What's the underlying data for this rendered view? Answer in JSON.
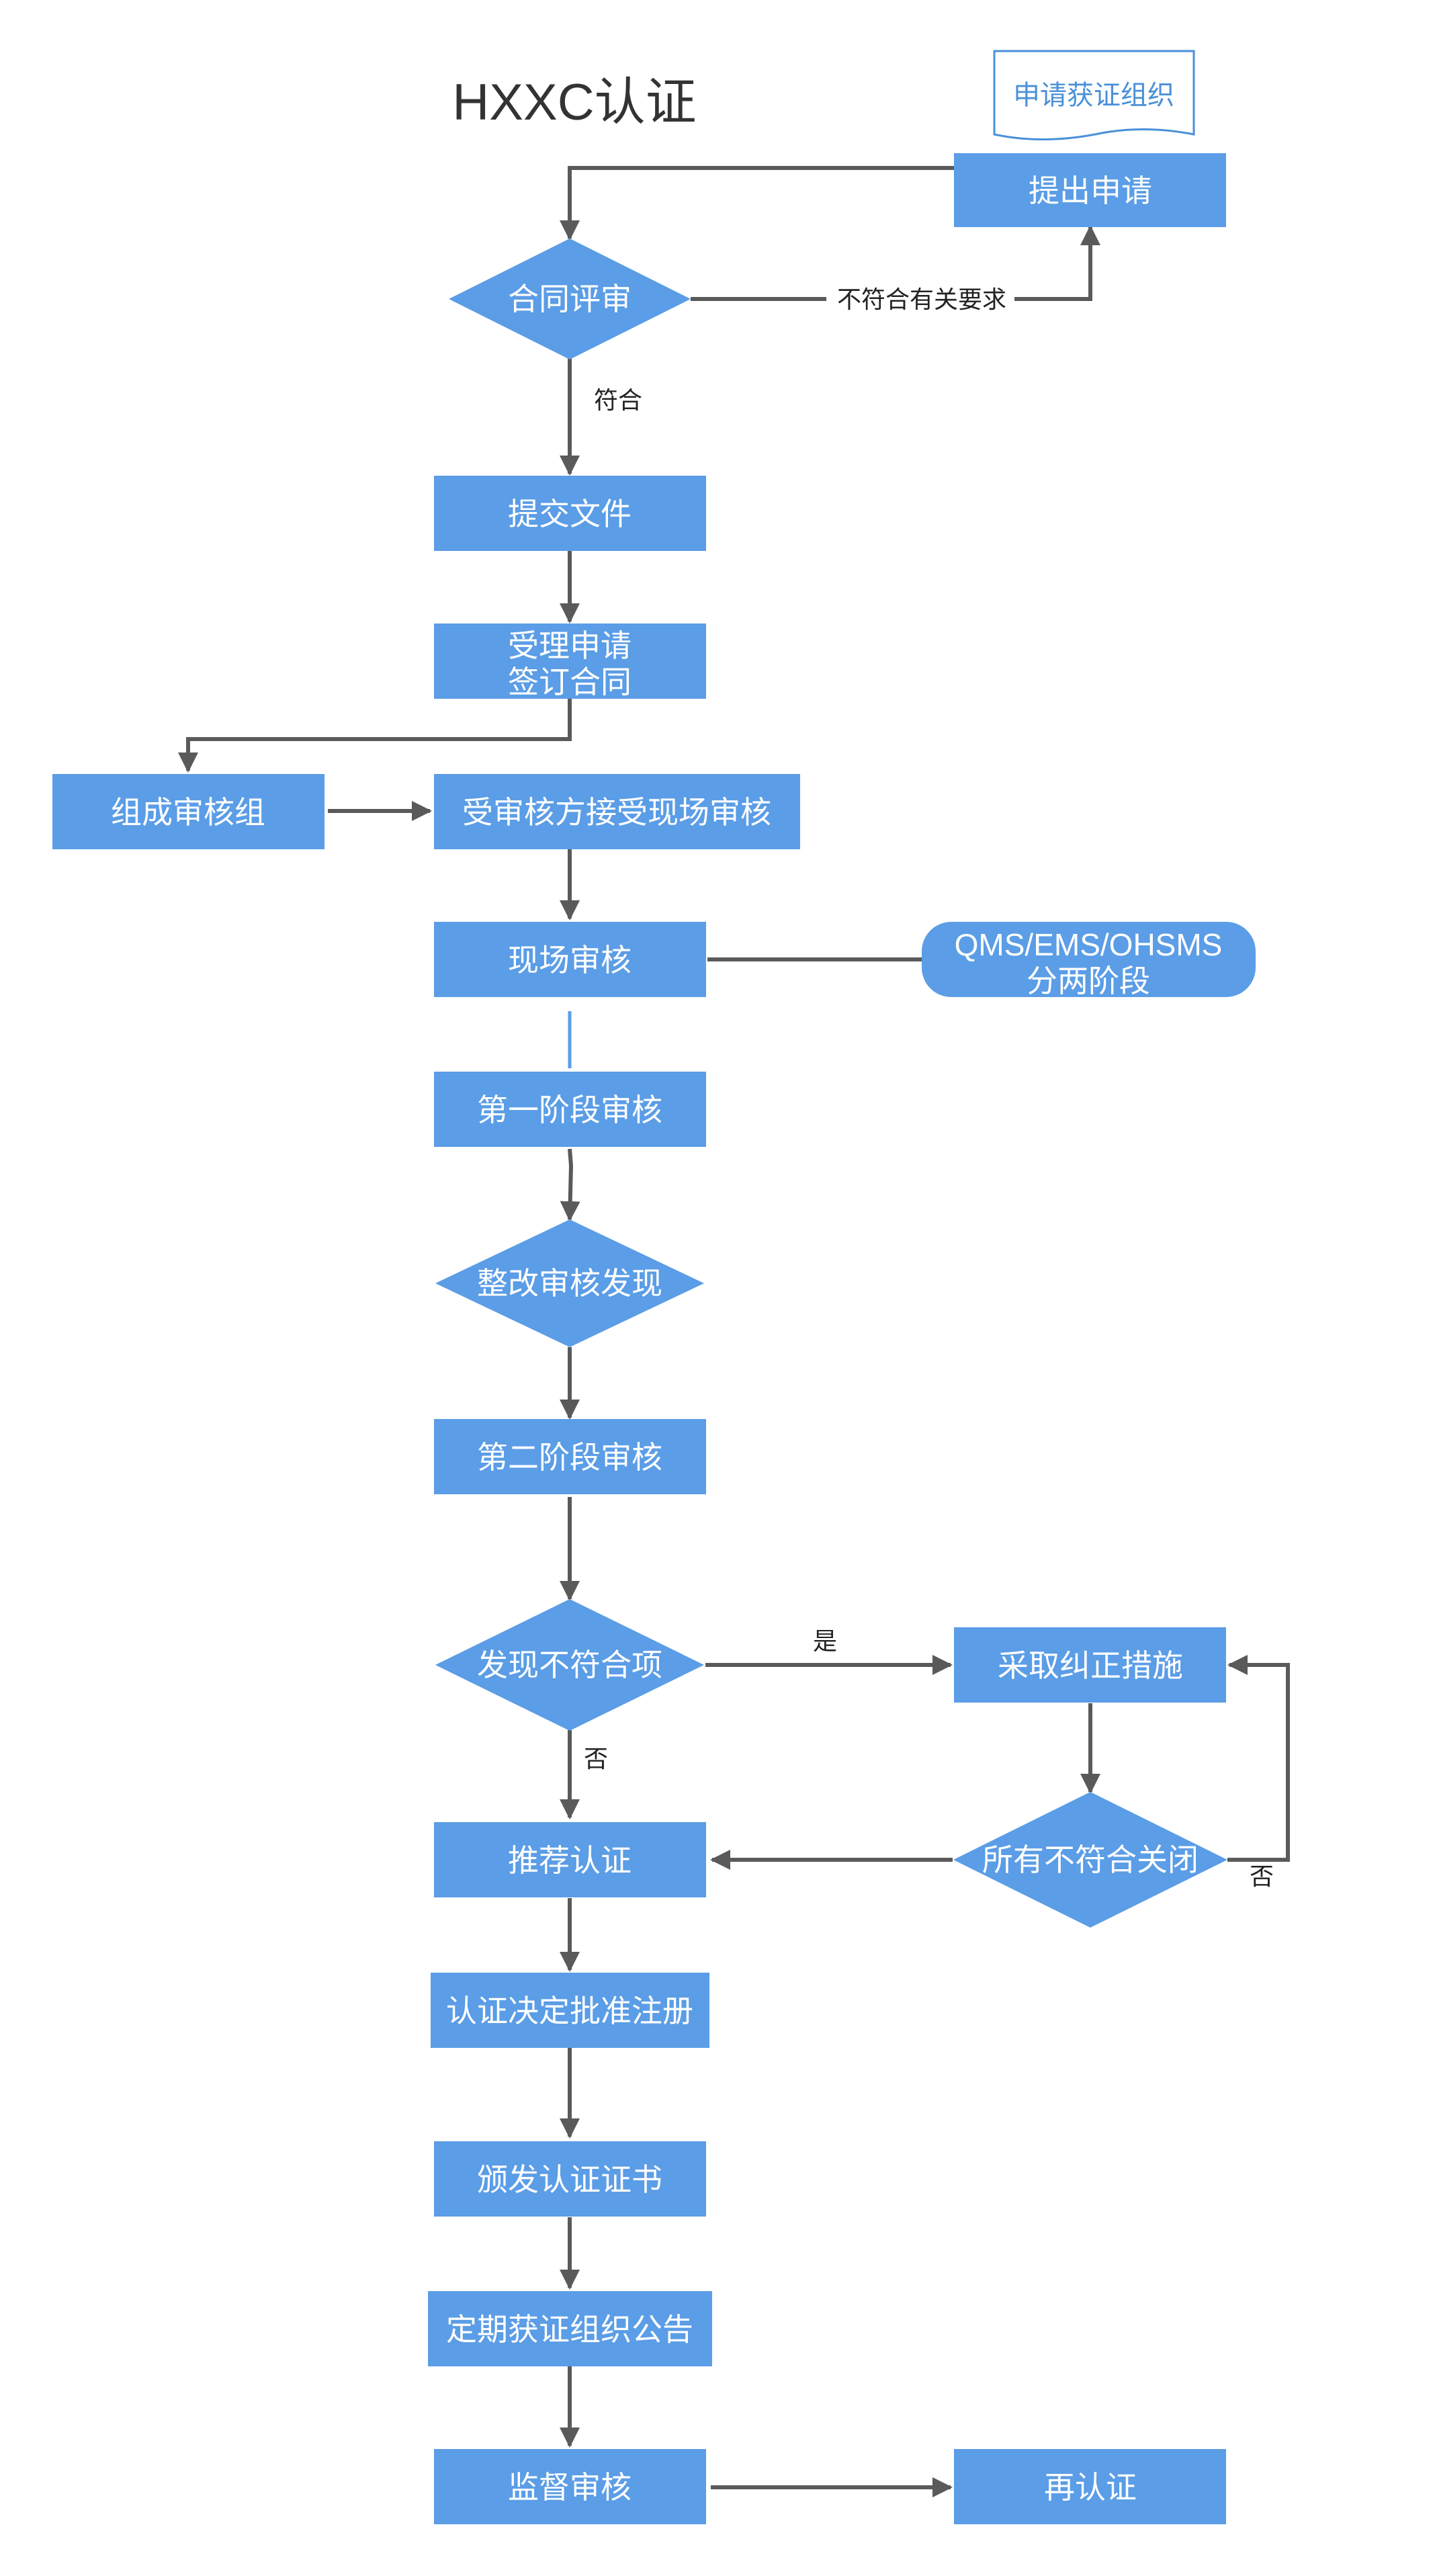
{
  "title": "HXXC认证",
  "colors": {
    "node_fill": "#5b9de6",
    "edge": "#5a5a5a",
    "text": "#ffffff",
    "doc_stroke": "#4a90d9"
  },
  "document": {
    "label": "申请获证组织"
  },
  "nodes": {
    "apply": "提出申请",
    "contract_review": "合同评审",
    "submit_docs": "提交文件",
    "accept_line1": "受理申请",
    "accept_line2": "签订合同",
    "form_team": "组成审核组",
    "auditee_accept": "受审核方接受现场审核",
    "onsite_audit": "现场审核",
    "two_stage_line1": "QMS/EMS/OHSMS",
    "two_stage_line2": "分两阶段",
    "stage1": "第一阶段审核",
    "rectify_findings": "整改审核发现",
    "stage2": "第二阶段审核",
    "nonconformity_found": "发现不符合项",
    "corrective_action": "采取纠正措施",
    "all_closed": "所有不符合关闭",
    "recommend": "推荐认证",
    "decision": "认证决定批准注册",
    "issue_cert": "颁发认证证书",
    "announce": "定期获证组织公告",
    "surveillance": "监督审核",
    "recert": "再认证"
  },
  "edge_labels": {
    "not_conform": "不符合有关要求",
    "conform": "符合",
    "yes": "是",
    "no_found": "否",
    "no_closed": "否"
  }
}
